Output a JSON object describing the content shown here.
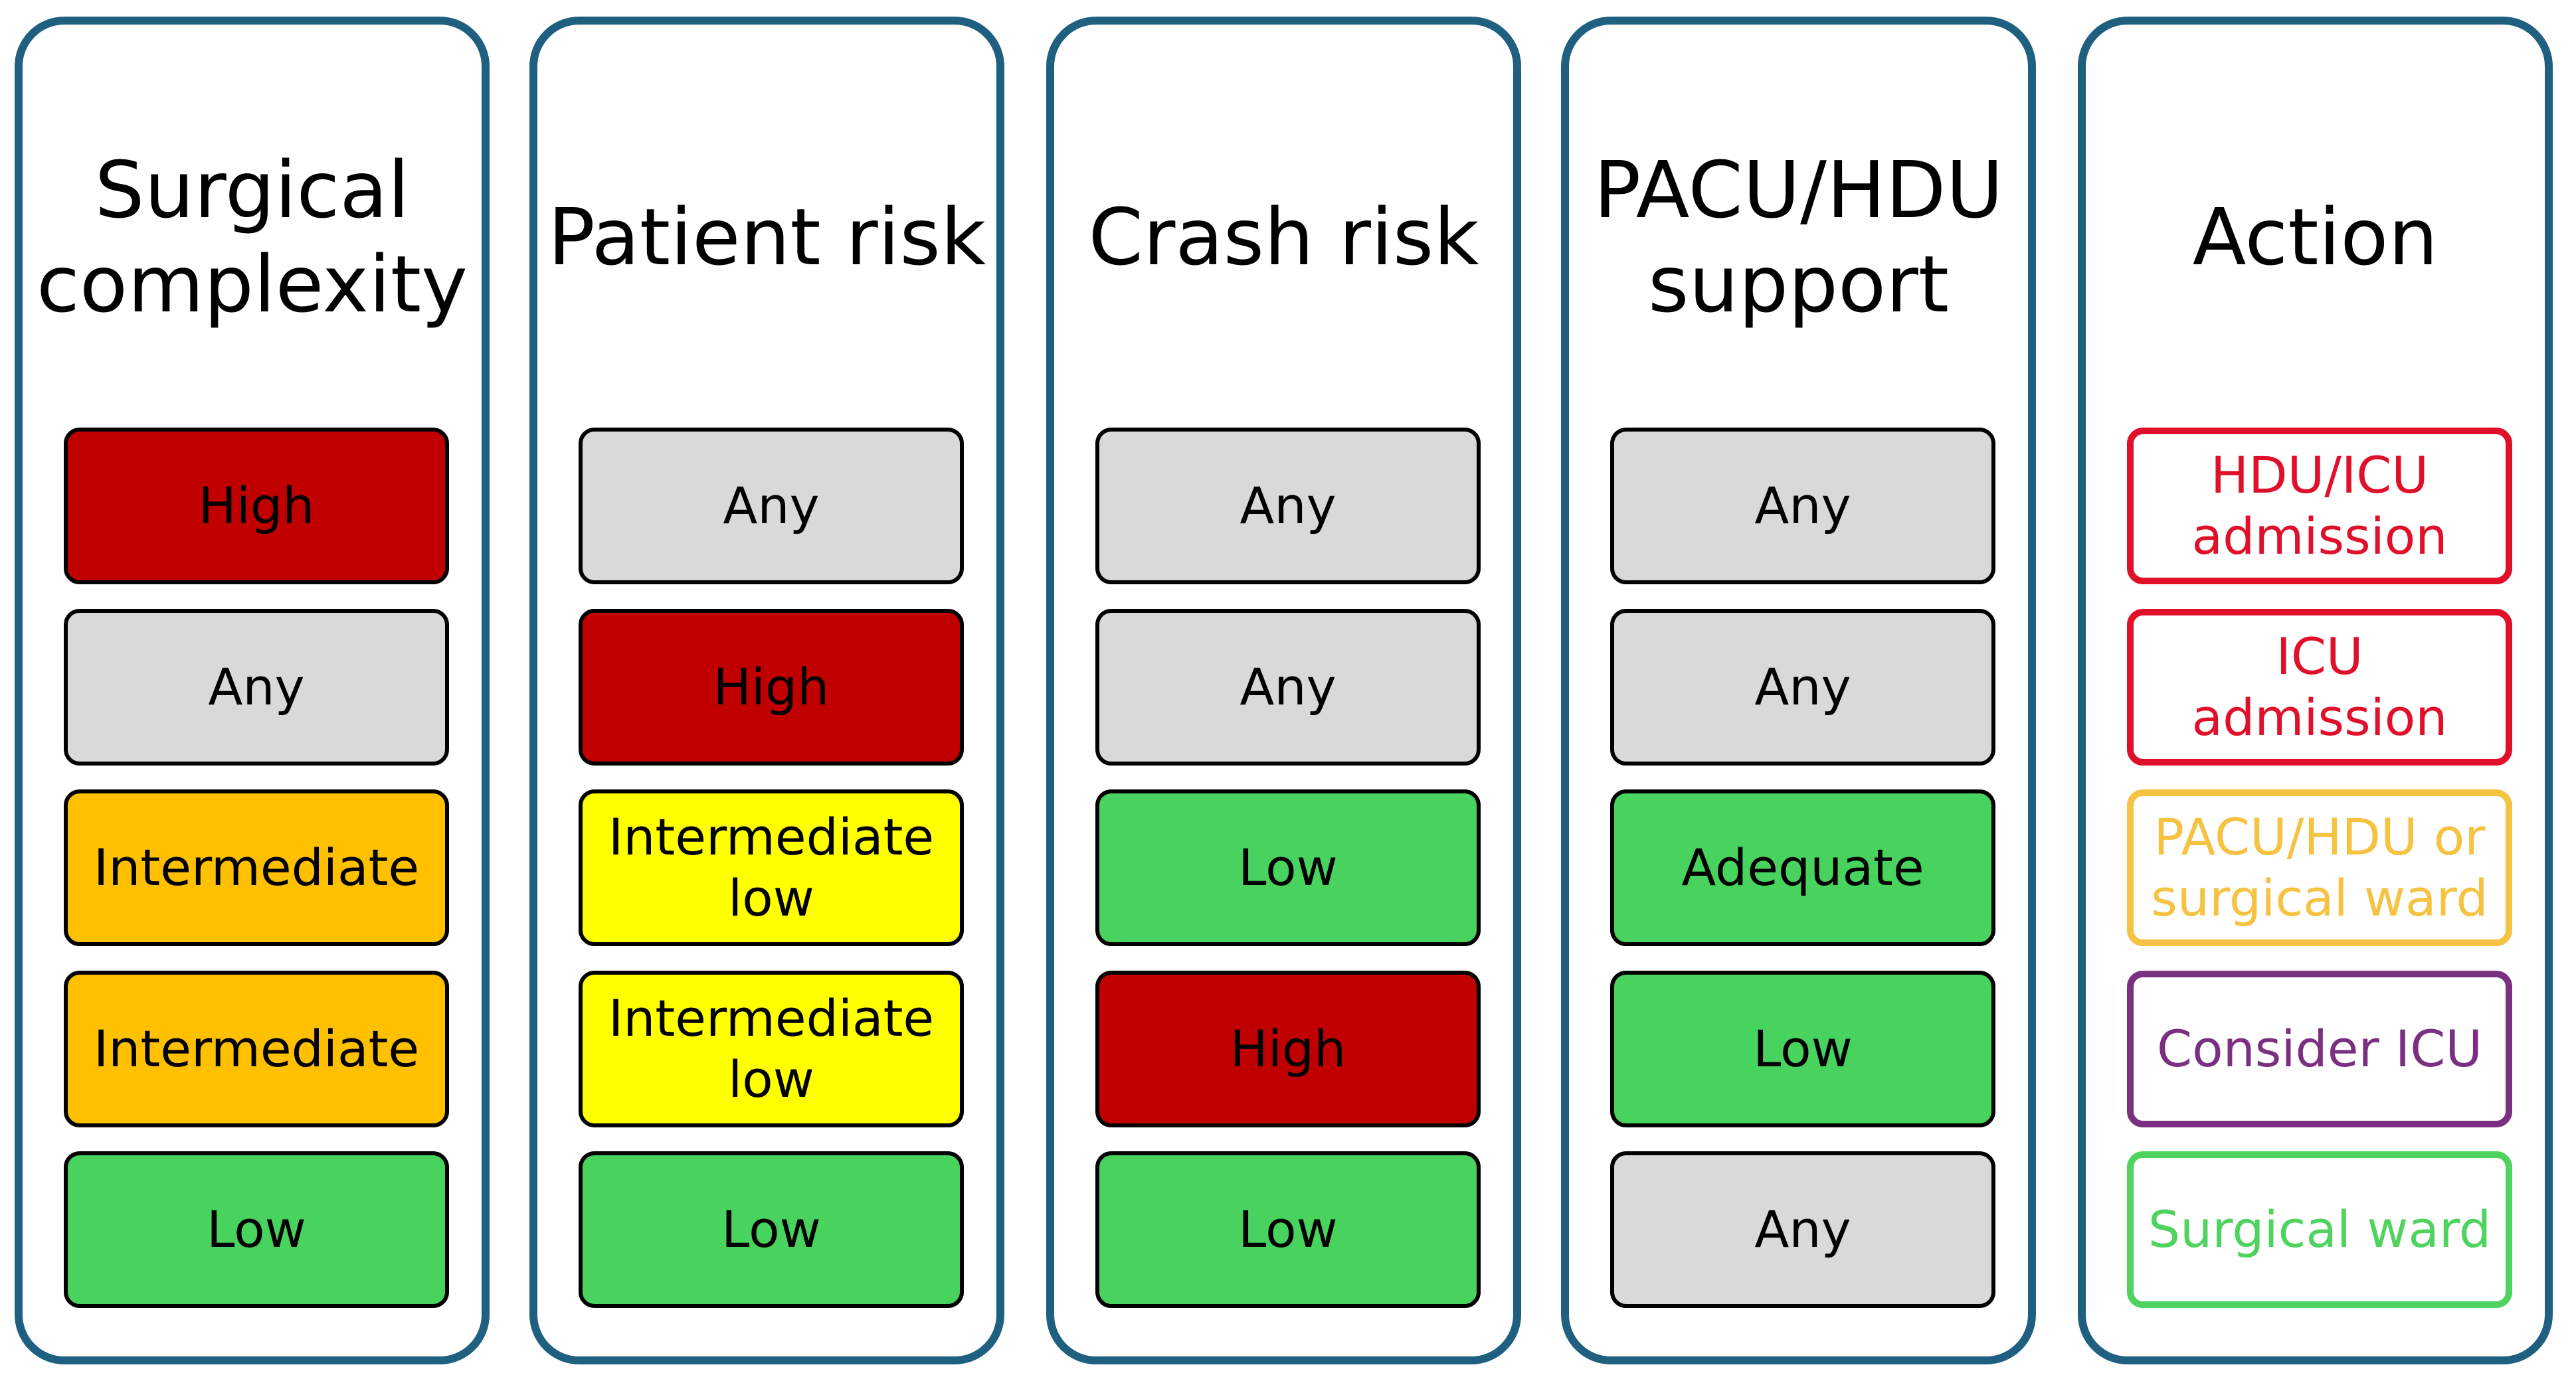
{
  "colors": {
    "frame": "#1f5f80",
    "high": "#c00000",
    "any": "#d9d9d9",
    "intermediate": "#ffc000",
    "intermediate_low": "#ffff00",
    "low": "#47d35d",
    "adequate": "#47d35d",
    "action_red": "#e0102a",
    "action_amber": "#f5c242",
    "action_purple": "#7b2f80",
    "action_green": "#4fd35e"
  },
  "columns": [
    {
      "title": "Surgical\ncomplexity",
      "cells": [
        {
          "label": "High",
          "fill": "#c00000"
        },
        {
          "label": "Any",
          "fill": "#d9d9d9"
        },
        {
          "label": "Intermediate",
          "fill": "#ffc000"
        },
        {
          "label": "Intermediate",
          "fill": "#ffc000"
        },
        {
          "label": "Low",
          "fill": "#47d35d"
        }
      ]
    },
    {
      "title": "Patient risk",
      "cells": [
        {
          "label": "Any",
          "fill": "#d9d9d9"
        },
        {
          "label": "High",
          "fill": "#c00000"
        },
        {
          "label": "Intermediate\nlow",
          "fill": "#ffff00"
        },
        {
          "label": "Intermediate\nlow",
          "fill": "#ffff00"
        },
        {
          "label": "Low",
          "fill": "#47d35d"
        }
      ]
    },
    {
      "title": "Crash risk",
      "cells": [
        {
          "label": "Any",
          "fill": "#d9d9d9"
        },
        {
          "label": "Any",
          "fill": "#d9d9d9"
        },
        {
          "label": "Low",
          "fill": "#47d35d"
        },
        {
          "label": "High",
          "fill": "#c00000"
        },
        {
          "label": "Low",
          "fill": "#47d35d"
        }
      ]
    },
    {
      "title": "PACU/HDU\nsupport",
      "cells": [
        {
          "label": "Any",
          "fill": "#d9d9d9"
        },
        {
          "label": "Any",
          "fill": "#d9d9d9"
        },
        {
          "label": "Adequate",
          "fill": "#47d35d"
        },
        {
          "label": "Low",
          "fill": "#47d35d"
        },
        {
          "label": "Any",
          "fill": "#d9d9d9"
        }
      ]
    },
    {
      "title": "Action",
      "cells": [
        {
          "label": "HDU/ICU\nadmission",
          "outline": "#e0102a"
        },
        {
          "label": "ICU\nadmission",
          "outline": "#e0102a"
        },
        {
          "label": "PACU/HDU or\nsurgical ward",
          "outline": "#f5c242"
        },
        {
          "label": "Consider ICU",
          "outline": "#7b2f80"
        },
        {
          "label": "Surgical ward",
          "outline": "#4fd35e"
        }
      ]
    }
  ]
}
